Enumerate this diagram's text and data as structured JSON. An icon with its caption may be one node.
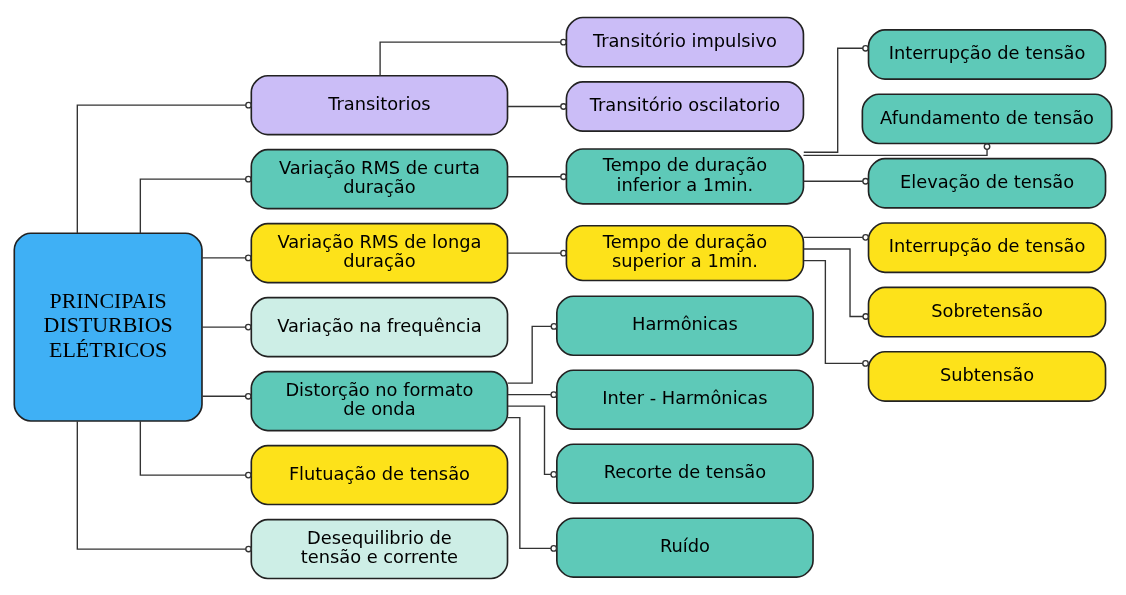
{
  "diagram": {
    "nodes": [
      {
        "text": [
          "PRINCIPAIS DISTURBIOS ELÉTRICOS"
        ]
      },
      {
        "text": [
          "Transitorios"
        ]
      },
      {
        "text": [
          "Variação RMS de curta duração"
        ]
      },
      {
        "text": [
          "Variação RMS de longa duração"
        ]
      },
      {
        "text": [
          "Variação na frequência"
        ]
      },
      {
        "text": [
          "Distorção no formato de onda"
        ]
      },
      {
        "text": [
          "Flutuação de tensão"
        ]
      },
      {
        "text": [
          "Desequilibrio de tensão e corrente"
        ]
      },
      {
        "text": [
          "Transitório impulsivo"
        ]
      },
      {
        "text": [
          "Transitório oscilatorio"
        ]
      },
      {
        "text": [
          "Tempo de duração inferior a 1min."
        ]
      },
      {
        "text": [
          "Interrupção de tensão"
        ]
      },
      {
        "text": [
          "Afundamento de tensão"
        ]
      },
      {
        "text": [
          "Elevação de tensão"
        ]
      },
      {
        "text": [
          "Tempo de duração superior a 1min."
        ]
      },
      {
        "text": [
          "Interrupção de tensão"
        ]
      },
      {
        "text": [
          "Sobretensão"
        ]
      },
      {
        "text": [
          "Subtensão"
        ]
      },
      {
        "text": [
          "Harmônicas"
        ]
      },
      {
        "text": [
          "Inter - Harmônicas"
        ]
      },
      {
        "text": [
          "Recorte de tensão"
        ]
      },
      {
        "text": [
          "Ruído"
        ]
      }
    ],
    "edges": [
      {
        "from": 0,
        "to": 1,
        "arrow": "other"
      },
      {
        "from": 0,
        "to": 2,
        "arrow": "other"
      },
      {
        "from": 0,
        "to": 3,
        "arrow": "other"
      },
      {
        "from": 0,
        "to": 4,
        "arrow": "other"
      },
      {
        "from": 0,
        "to": 5,
        "arrow": "other"
      },
      {
        "from": 0,
        "to": 6,
        "arrow": "other"
      },
      {
        "from": 0,
        "to": 7,
        "arrow": "other"
      },
      {
        "from": 1,
        "to": 8,
        "arrow": "other"
      },
      {
        "from": 1,
        "to": 9,
        "arrow": "other"
      },
      {
        "from": 2,
        "to": 10,
        "arrow": "other"
      },
      {
        "from": 10,
        "to": 11,
        "arrow": "other"
      },
      {
        "from": 10,
        "to": 12,
        "arrow": "other"
      },
      {
        "from": 10,
        "to": 13,
        "arrow": "other"
      },
      {
        "from": 3,
        "to": 14,
        "arrow": "other"
      },
      {
        "from": 14,
        "to": 15,
        "arrow": "other"
      },
      {
        "from": 14,
        "to": 16,
        "arrow": "other"
      },
      {
        "from": 14,
        "to": 17,
        "arrow": "other"
      },
      {
        "from": 5,
        "to": 18,
        "arrow": "other"
      },
      {
        "from": 5,
        "to": 19,
        "arrow": "other"
      },
      {
        "from": 5,
        "to": 20,
        "arrow": "other"
      },
      {
        "from": 5,
        "to": 21,
        "arrow": "other"
      }
    ]
  }
}
